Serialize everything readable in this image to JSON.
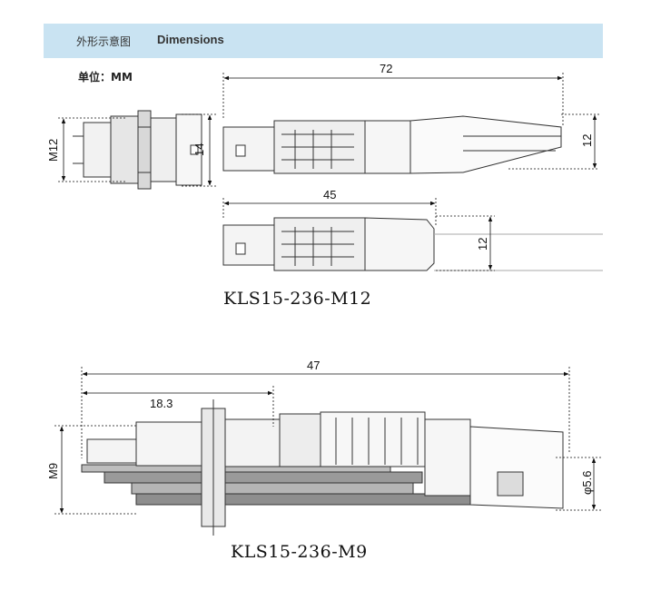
{
  "header": {
    "title_cn": "外形示意图",
    "title_en": "Dimensions"
  },
  "unit_label": "单位：MM",
  "models": {
    "top": "KLS15-236-M12",
    "bottom": "KLS15-236-M9"
  },
  "dimensions": {
    "m12_side_height": "M12",
    "m12_panel_height": "14",
    "plug_long_length": "72",
    "plug_long_diameter": "12",
    "plug_short_length": "45",
    "plug_short_diameter": "12",
    "m9_total_length": "47",
    "m9_front_length": "18.3",
    "m9_thread": "M9",
    "m9_cable_diameter": "φ5.6"
  }
}
